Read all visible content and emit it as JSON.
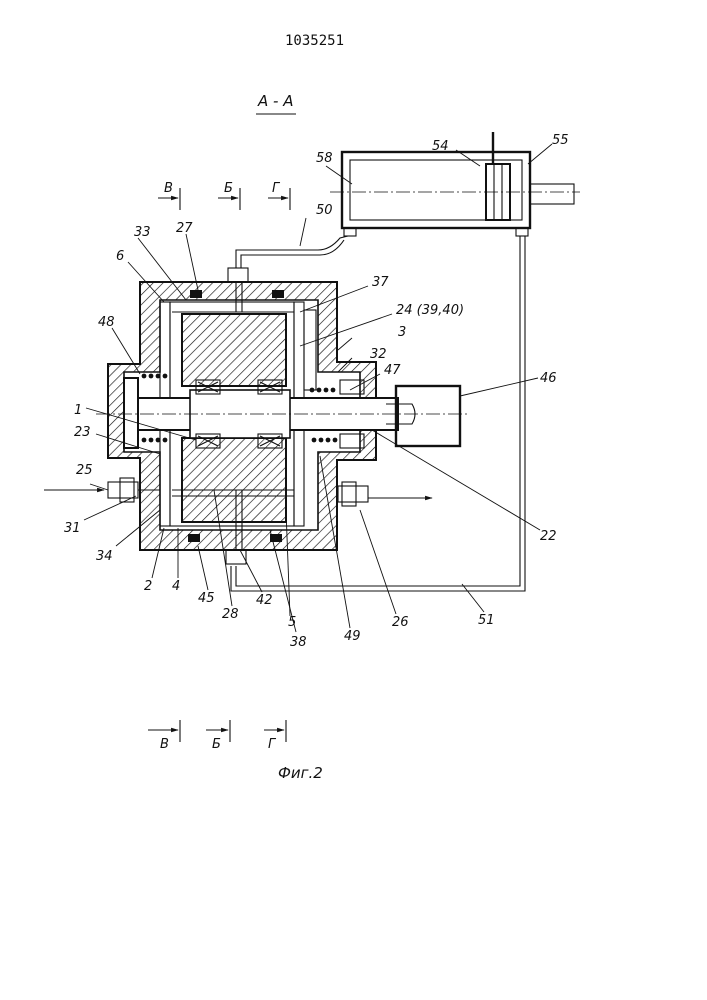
{
  "doc_number": "1035251",
  "section_title": "А - А",
  "figure_caption": "Фиг.2",
  "section_marks": {
    "top": [
      "В",
      "Б",
      "Г"
    ],
    "bottom": [
      "В",
      "Б",
      "Г"
    ]
  },
  "labels": {
    "l54": "54",
    "l55": "55",
    "l58": "58",
    "l50": "50",
    "l33": "33",
    "l27": "27",
    "l6": "6",
    "l37": "37",
    "l24": "24 (39,40)",
    "l3": "3",
    "l32": "32",
    "l47": "47",
    "l48": "48",
    "l46": "46",
    "l1": "1",
    "l23": "23",
    "l25": "25",
    "l31": "31",
    "l34": "34",
    "l2": "2",
    "l4": "4",
    "l45": "45",
    "l28": "28",
    "l42": "42",
    "l38": "38",
    "l5": "5",
    "l49": "49",
    "l26": "26",
    "l22": "22",
    "l51": "51"
  }
}
